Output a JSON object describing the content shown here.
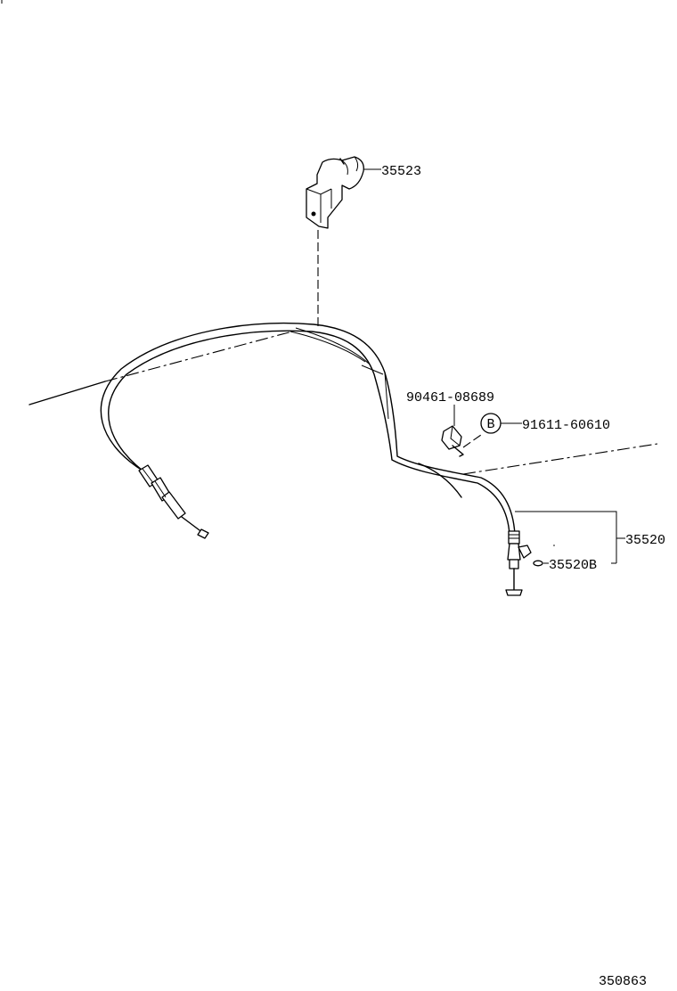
{
  "labels": {
    "bracket": "35523",
    "clip_part": "90461-08689",
    "bolt_ref": "B",
    "bolt_part": "91611-60610",
    "cable_assy": "35520",
    "cable_sub": "35520B",
    "figure_code": "350863"
  }
}
